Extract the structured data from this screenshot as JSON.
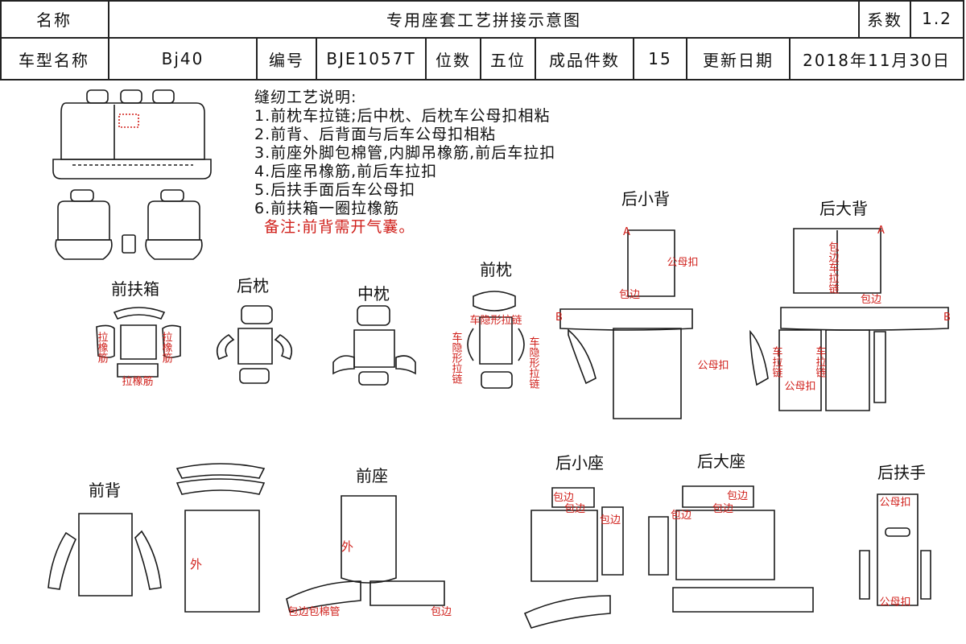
{
  "header": {
    "row1": {
      "name_label": "名称",
      "title": "专用座套工艺拼接示意图",
      "coef_label": "系数",
      "coef_value": "1.2"
    },
    "row2": {
      "model_label": "车型名称",
      "model_value": "Bj40",
      "code_label": "编号",
      "code_value": "BJE1057T",
      "seats_label": "位数",
      "seats_value": "五位",
      "pieces_label": "成品件数",
      "pieces_value": "15",
      "date_label": "更新日期",
      "date_value": "2018年11月30日"
    }
  },
  "notes": {
    "heading": "缝纫工艺说明:",
    "items": [
      "1.前枕车拉链;后中枕、后枕车公母扣相粘",
      "2.前背、后背面与后车公母扣相粘",
      "3.前座外脚包棉管,内脚吊橡筋,前后车拉扣",
      "4.后座吊橡筋,前后车拉扣",
      "5.后扶手面后车公母扣",
      "6.前扶箱一圈拉橡筋"
    ],
    "remark": "备注:前背需开气囊。"
  },
  "sections": {
    "front_armbox": "前扶箱",
    "rear_headrest": "后枕",
    "middle_headrest": "中枕",
    "front_headrest": "前枕",
    "rear_small_back": "后小背",
    "rear_large_back": "后大背",
    "front_back": "前背",
    "front_seat": "前座",
    "rear_small_seat": "后小座",
    "rear_large_seat": "后大座",
    "rear_armrest": "后扶手"
  },
  "annotations": {
    "elastic_v": "拉橡筋",
    "elastic_h": "拉橡筋",
    "hidden_zipper_h": "车隐形拉链",
    "hidden_zipper_v": "车隐形拉链",
    "snap": "公母扣",
    "binding": "包边",
    "binding_zip": "包边车拉链",
    "outer": "外",
    "binding_foam": "包边包棉管",
    "zipper_v": "车拉链",
    "mark_a": "A",
    "mark_b": "B"
  },
  "colors": {
    "outline": "#1a1a1a",
    "annotation": "#d0201b",
    "watermark": "#c8d3ec"
  }
}
